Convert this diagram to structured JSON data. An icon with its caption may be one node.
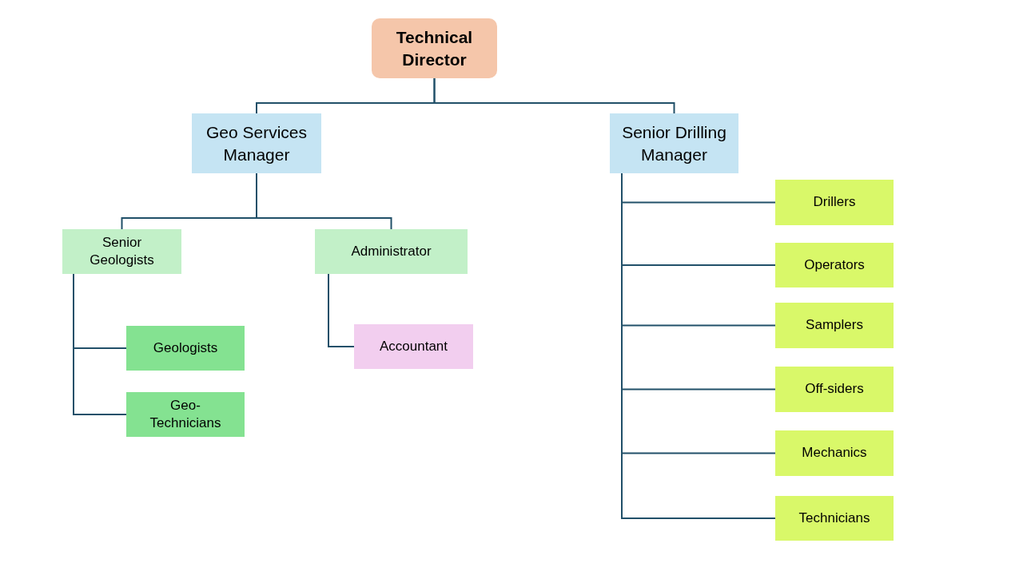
{
  "diagram": {
    "nodes": [
      {
        "text": [
          "Technical Director"
        ]
      },
      {
        "text": [
          "Geo Services Manager"
        ]
      },
      {
        "text": [
          "Senior Drilling Manager"
        ]
      },
      {
        "text": [
          "Senior Geologists"
        ]
      },
      {
        "text": [
          "Administrator"
        ]
      },
      {
        "text": [
          "Geologists"
        ]
      },
      {
        "text": [
          "Geo-Technicians"
        ]
      },
      {
        "text": [
          "Accountant"
        ]
      },
      {
        "text": [
          "Drillers"
        ]
      },
      {
        "text": [
          "Operators"
        ]
      },
      {
        "text": [
          "Samplers"
        ]
      },
      {
        "text": [
          "Off-siders"
        ]
      },
      {
        "text": [
          "Mechanics"
        ]
      },
      {
        "text": [
          "Technicians"
        ]
      }
    ],
    "edges": [
      {
        "from": 0,
        "to": 1,
        "arrow": "none"
      },
      {
        "from": 0,
        "to": 2,
        "arrow": "none"
      },
      {
        "from": 1,
        "to": 3,
        "arrow": "none"
      },
      {
        "from": 1,
        "to": 4,
        "arrow": "none"
      },
      {
        "from": 3,
        "to": 5,
        "arrow": "none"
      },
      {
        "from": 3,
        "to": 6,
        "arrow": "none"
      },
      {
        "from": 4,
        "to": 7,
        "arrow": "none"
      },
      {
        "from": 2,
        "to": 8,
        "arrow": "none"
      },
      {
        "from": 2,
        "to": 9,
        "arrow": "none"
      },
      {
        "from": 2,
        "to": 10,
        "arrow": "none"
      },
      {
        "from": 2,
        "to": 11,
        "arrow": "none"
      },
      {
        "from": 2,
        "to": 12,
        "arrow": "none"
      },
      {
        "from": 2,
        "to": 13,
        "arrow": "none"
      }
    ]
  }
}
